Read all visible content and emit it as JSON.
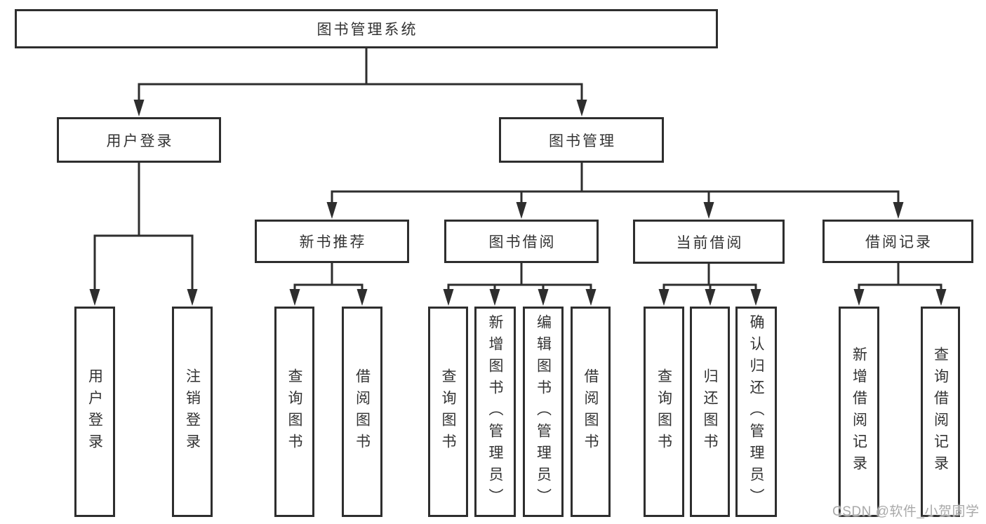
{
  "root": {
    "label": "图书管理系统"
  },
  "branches": [
    {
      "label": "用户登录",
      "leaves": [
        {
          "label": "用户登录"
        },
        {
          "label": "注销登录"
        }
      ]
    },
    {
      "label": "图书管理",
      "sections": [
        {
          "label": "新书推荐",
          "leaves": [
            {
              "label": "查询图书"
            },
            {
              "label": "借阅图书"
            }
          ]
        },
        {
          "label": "图书借阅",
          "leaves": [
            {
              "label": "查询图书"
            },
            {
              "label": "新增图书（管理员）"
            },
            {
              "label": "编辑图书（管理员）"
            },
            {
              "label": "借阅图书"
            }
          ]
        },
        {
          "label": "当前借阅",
          "leaves": [
            {
              "label": "查询图书"
            },
            {
              "label": "归还图书"
            },
            {
              "label": "确认归还（管理员）"
            }
          ]
        },
        {
          "label": "借阅记录",
          "leaves": [
            {
              "label": "新增借阅记录"
            },
            {
              "label": "查询借阅记录"
            }
          ]
        }
      ]
    }
  ],
  "watermark": {
    "text": "CSDN @软件_小贺同学"
  },
  "colors": {
    "line": "#2e2e2e",
    "text": "#333333",
    "watermark": "#a9a9a9",
    "background": "#ffffff"
  }
}
